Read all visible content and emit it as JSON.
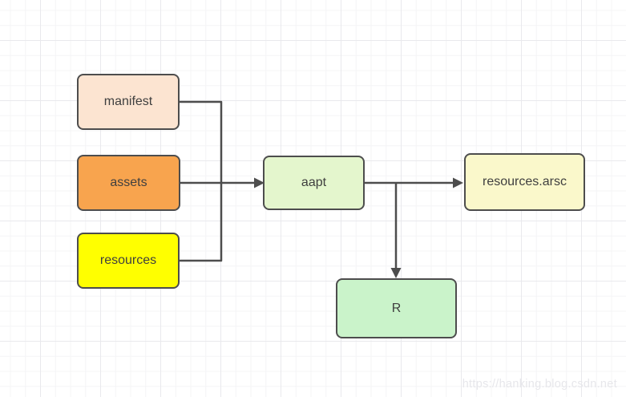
{
  "canvas": {
    "background": "#ffffff",
    "grid_minor_color": "#f4f4f6",
    "grid_major_color": "#e9e9ed"
  },
  "diagram": {
    "stroke_color": "#4d4d4d",
    "text_color": "#3f3f3f",
    "nodes": {
      "manifest": {
        "label": "manifest",
        "fill": "#fce4d1"
      },
      "assets": {
        "label": "assets",
        "fill": "#f8a44e"
      },
      "resources": {
        "label": "resources",
        "fill": "#ffff00"
      },
      "aapt": {
        "label": "aapt",
        "fill": "#e4f6cd"
      },
      "resources_arsc": {
        "label": "resources.arsc",
        "fill": "#faf8cb"
      },
      "r_class": {
        "label": "R",
        "fill": "#caf3ca"
      }
    },
    "edges": [
      {
        "from": "manifest",
        "to": "aapt"
      },
      {
        "from": "assets",
        "to": "aapt"
      },
      {
        "from": "resources",
        "to": "aapt"
      },
      {
        "from": "aapt",
        "to": "resources.arsc"
      },
      {
        "from": "aapt",
        "to": "R"
      }
    ]
  },
  "watermark": {
    "text": "https://hanking.blog.csdn.net",
    "color": "#e7e7eb"
  }
}
